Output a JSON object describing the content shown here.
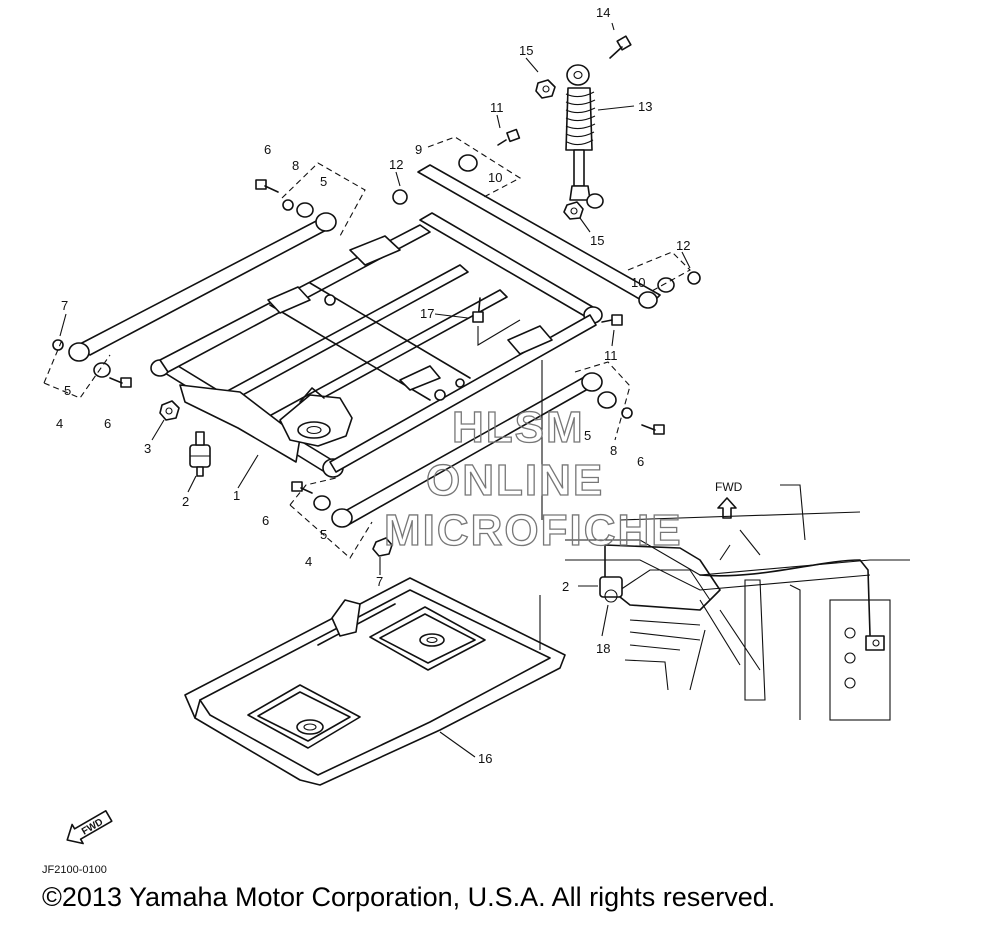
{
  "callouts": {
    "c1": "1",
    "c2a": "2",
    "c2b": "2",
    "c3": "3",
    "c4a": "4",
    "c4b": "4",
    "c5a": "5",
    "c5b": "5",
    "c5c": "5",
    "c5d": "5",
    "c6a": "6",
    "c6b": "6",
    "c6c": "6",
    "c6d": "6",
    "c7a": "7",
    "c7b": "7",
    "c8a": "8",
    "c8b": "8",
    "c9": "9",
    "c10a": "10",
    "c10b": "10",
    "c11a": "11",
    "c11b": "11",
    "c12a": "12",
    "c12b": "12",
    "c13": "13",
    "c14": "14",
    "c15a": "15",
    "c15b": "15",
    "c16": "16",
    "c17": "17",
    "c18": "18"
  },
  "watermark": {
    "line1": "HLSM",
    "line2": "ONLINE",
    "line3": "MICROFICHE"
  },
  "fwd_inset_label": "FWD",
  "fwd_badge_label": "FWD",
  "diagram_code": "JF2100-0100",
  "copyright": "©2013 Yamaha Motor Corporation, U.S.A. All rights reserved."
}
